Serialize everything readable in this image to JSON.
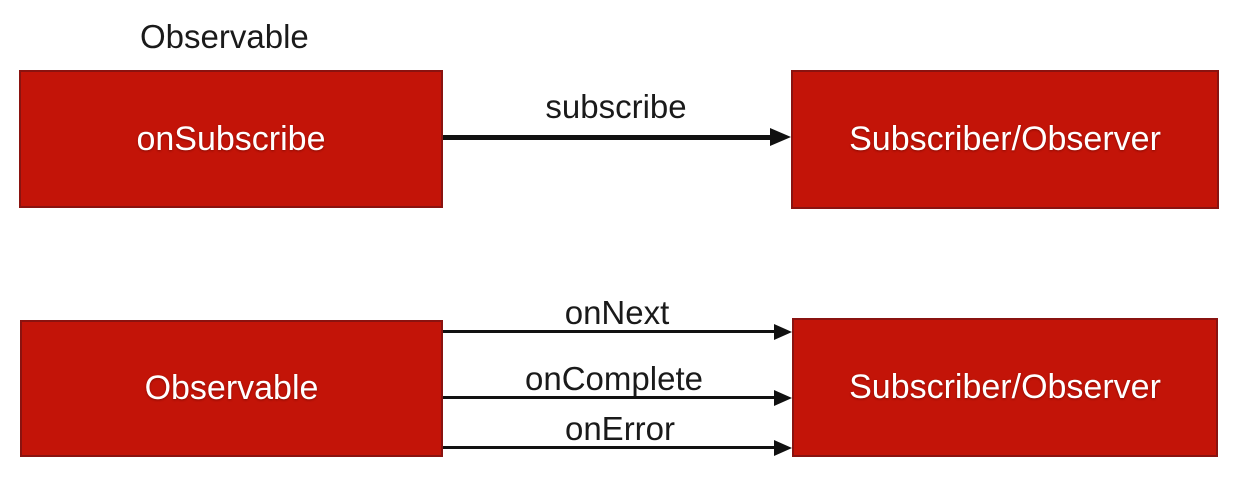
{
  "colors": {
    "box_fill": "#c31408",
    "box_border": "#8a1310",
    "arrow": "#111111",
    "box_text": "#ffffff",
    "label_text": "#1a1a1a",
    "background": "#ffffff"
  },
  "top_section": {
    "title": "Observable",
    "left_box_label": "onSubscribe",
    "arrow_label": "subscribe",
    "right_box_label": "Subscriber/Observer"
  },
  "bottom_section": {
    "left_box_label": "Observable",
    "arrows": [
      {
        "label": "onNext"
      },
      {
        "label": "onComplete"
      },
      {
        "label": "onError"
      }
    ],
    "right_box_label": "Subscriber/Observer"
  }
}
